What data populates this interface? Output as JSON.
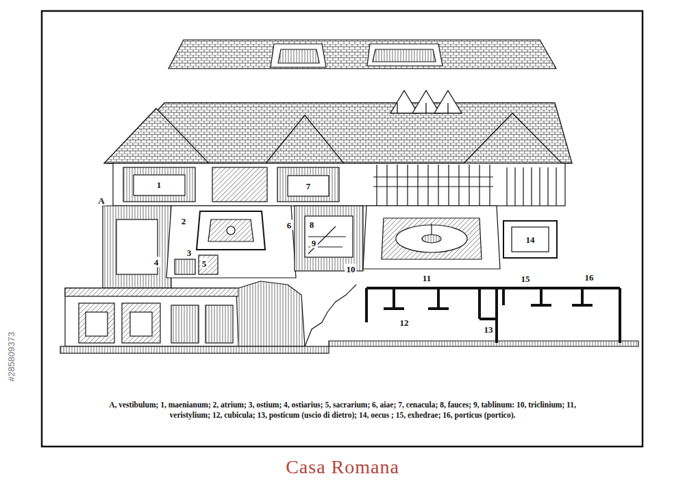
{
  "diagram": {
    "title": "Casa Romana",
    "caption": "A, vestibulum; 1, maenianum; 2, atrium; 3, ostium; 4, ostiarius; 5, sacrarium; 6, aiae; 7, cenacula; 8, fauces; 9, tablinum: 10, triclinium; 11, veristylium; 12, cubicula; 13, posticum (uscio di dietro); 14, oecus ; 15, exhedrae; 16, porticus (portico).",
    "labels": [
      "A",
      "1",
      "2",
      "3",
      "4",
      "5",
      "6",
      "7",
      "8",
      "9",
      "10",
      "11",
      "12",
      "13",
      "14",
      "15",
      "16",
      "#285809373"
    ]
  }
}
